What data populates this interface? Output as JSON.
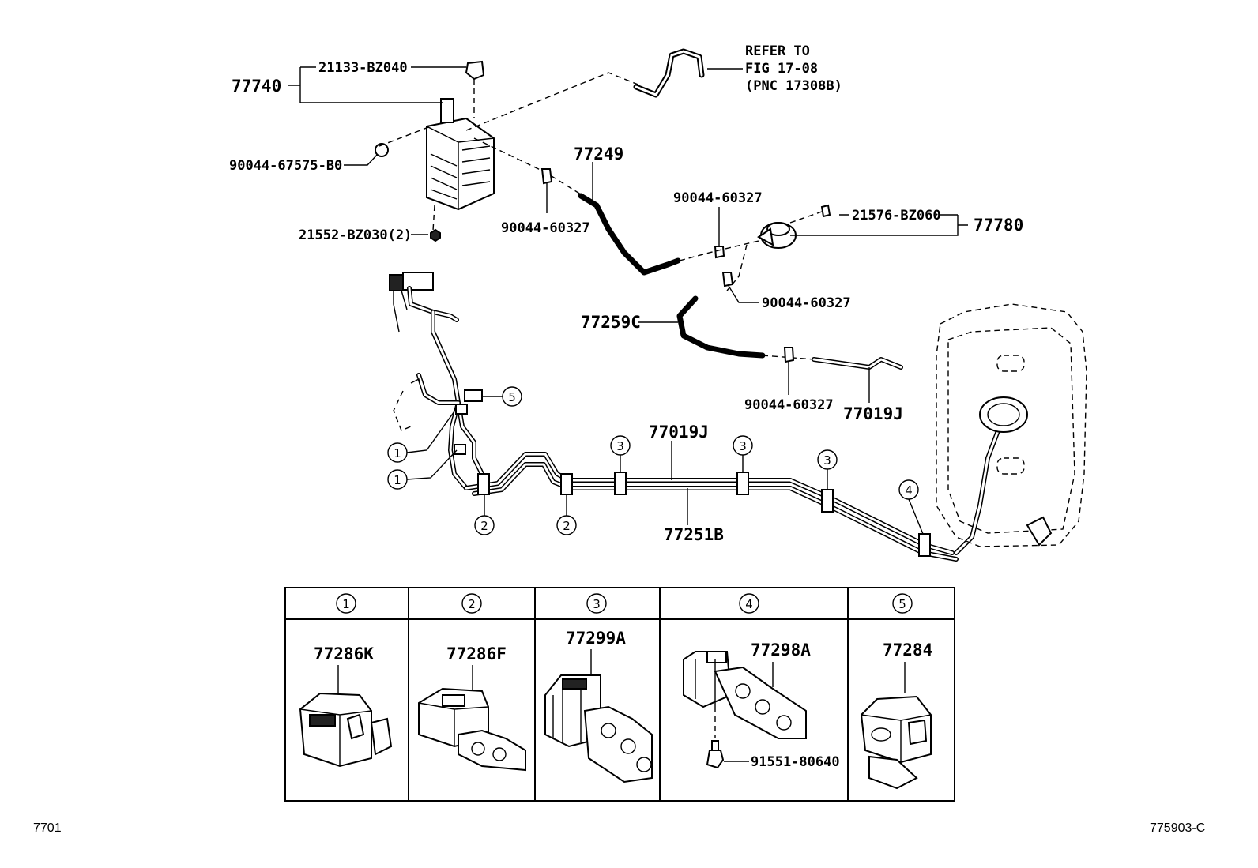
{
  "diagram": {
    "labels": {
      "p77740": "77740",
      "p21133": "21133-BZ040",
      "p90044_67575": "90044-67575-B0",
      "p21552": "21552-BZ030(2)",
      "refer1": "REFER TO",
      "refer2": "FIG 17-08",
      "refer3": "(PNC 17308B)",
      "p77249": "77249",
      "p90044_a": "90044-60327",
      "p90044_b": "90044-60327",
      "p21576": "21576-BZ060",
      "p77780": "77780",
      "p90044_c": "90044-60327",
      "p77259c": "77259C",
      "p90044_d": "90044-60327",
      "p77019j_a": "77019J",
      "p77019j_b": "77019J",
      "p77251b": "77251B",
      "callout1": "1",
      "callout2": "2",
      "callout3": "3",
      "callout4": "4",
      "callout5": "5"
    },
    "table": {
      "headers": [
        "1",
        "2",
        "3",
        "4",
        "5"
      ],
      "parts": [
        "77286K",
        "77286F",
        "77299A",
        "77298A",
        "77284"
      ],
      "bolt": "91551-80640"
    },
    "footer": {
      "left": "7701",
      "right": "775903-C"
    }
  }
}
